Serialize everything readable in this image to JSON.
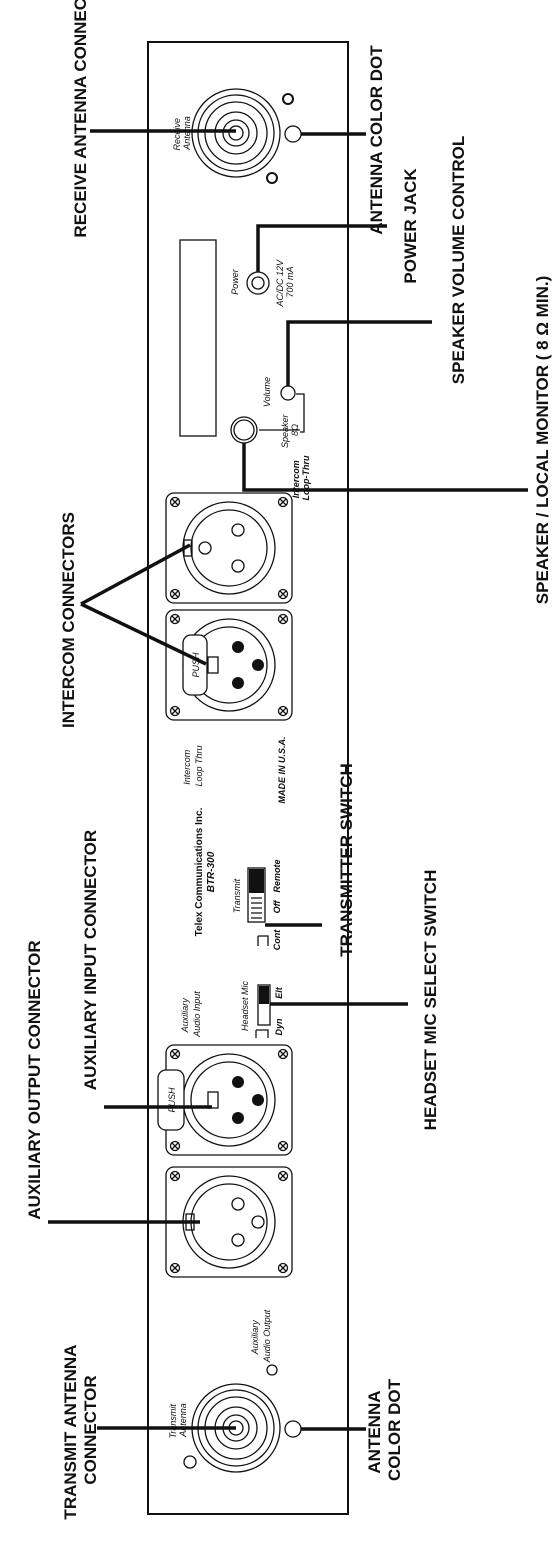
{
  "callouts": {
    "receive_antenna": "RECEIVE ANTENNA CONNECTOR",
    "antenna_color_dot_top": "ANTENNA COLOR DOT",
    "power_jack": "POWER JACK",
    "speaker_volume": "SPEAKER VOLUME CONTROL",
    "speaker_monitor": "SPEAKER / LOCAL MONITOR ( 8 Ω MIN.)",
    "intercom_connectors": "INTERCOM CONNECTORS",
    "transmitter_switch": "TRANSMITTER SWITCH",
    "auxiliary_input": "AUXILIARY INPUT CONNECTOR",
    "headset_mic_select": "HEADSET MIC SELECT SWITCH",
    "auxiliary_output": "AUXILIARY OUTPUT CONNECTOR",
    "transmit_antenna_1": "TRANSMIT ANTENNA",
    "transmit_antenna_2": "CONNECTOR",
    "antenna_color_dot_bottom_1": "ANTENNA",
    "antenna_color_dot_bottom_2": "COLOR DOT"
  },
  "panel": {
    "receive_antenna_1": "Receive",
    "receive_antenna_2": "Antenna",
    "power": "Power",
    "acdc_1": "AC/DC 12V",
    "acdc_2": "700 mA",
    "volume": "Volume",
    "speaker_1": "Speaker",
    "speaker_2": "8Ω",
    "intercom_loop_thru_bold_1": "Intercom",
    "intercom_loop_thru_bold_2": "Loop-Thru",
    "intercom_loop_thru_1": "Intercom",
    "intercom_loop_thru_2": "Loop Thru",
    "made_in": "MADE IN U.S.A.",
    "maker": "Telex Communications Inc.",
    "model": "BTR-300",
    "transmit": "Transmit",
    "cont": "Cont",
    "off": "Off",
    "remote": "Remote",
    "headset_mic": "Headset Mic",
    "dyn": "Dyn",
    "elt": "Elt",
    "aux_input_1": "Auxiliary",
    "aux_input_2": "Audio Input",
    "aux_output_1": "Auxiliary",
    "aux_output_2": "Audio Output",
    "push_top": "PUSH",
    "push_bottom": "PUSH",
    "transmit_antenna_1": "Transmit",
    "transmit_antenna_2": "Antenna"
  }
}
